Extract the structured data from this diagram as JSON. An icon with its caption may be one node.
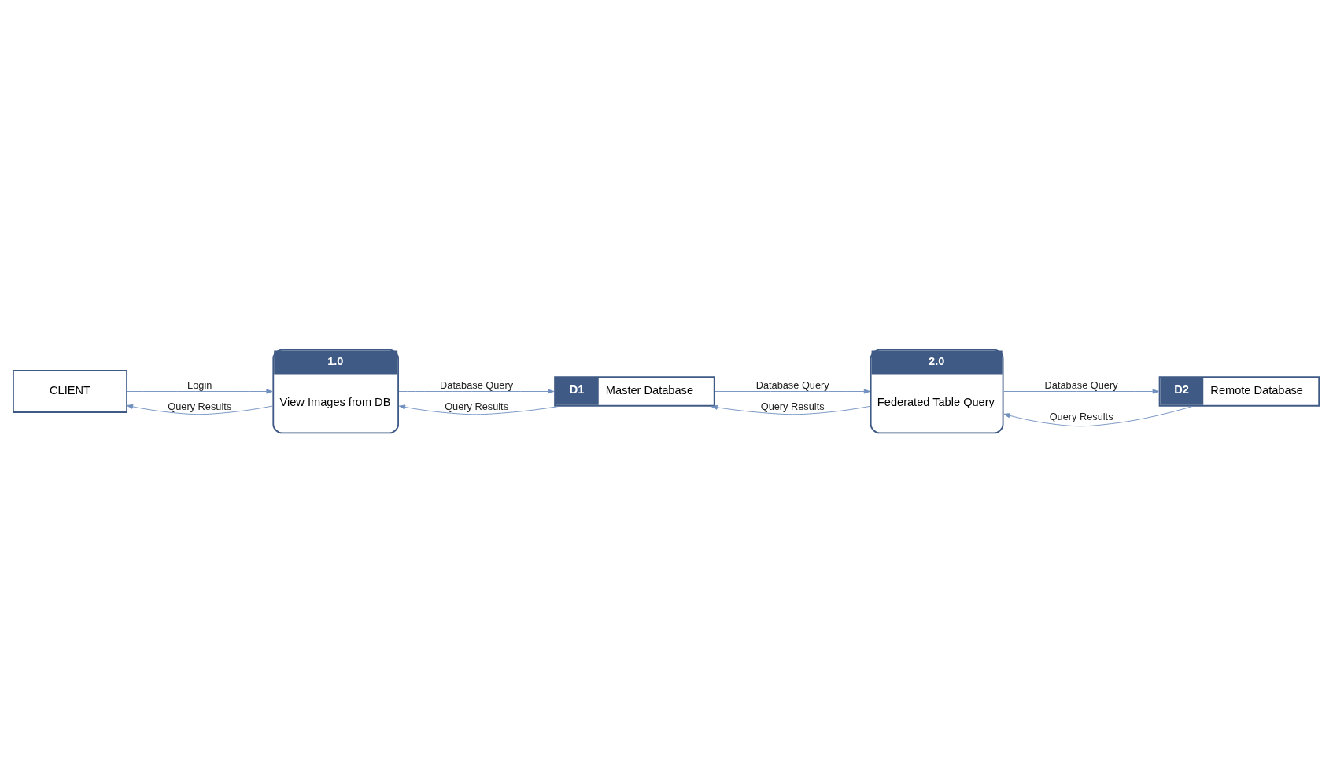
{
  "diagram": {
    "nodes": [
      {
        "text": [
          "CLIENT"
        ]
      },
      {
        "text": [
          "1.0",
          "View Images from DB"
        ]
      },
      {
        "text": [
          "2.0",
          "Federated Table Query"
        ]
      },
      {
        "text": [
          "D1",
          "Master Database"
        ]
      },
      {
        "text": [
          "D2",
          "Remote Database"
        ]
      }
    ],
    "edges": [
      {
        "from": 0,
        "to": 1,
        "arrow": "to",
        "label": "Login"
      },
      {
        "from": 1,
        "to": 0,
        "arrow": "to",
        "label": "Query Results"
      },
      {
        "from": 1,
        "to": 3,
        "arrow": "to",
        "label": "Database Query"
      },
      {
        "from": 3,
        "to": 1,
        "arrow": "to",
        "label": "Query Results"
      },
      {
        "from": 3,
        "to": 2,
        "arrow": "to",
        "label": "Database Query"
      },
      {
        "from": 2,
        "to": 3,
        "arrow": "to",
        "label": "Query Results"
      },
      {
        "from": 4,
        "to": 2,
        "arrow": "to",
        "label": "Query Results"
      },
      {
        "from": 2,
        "to": 4,
        "arrow": "to",
        "label": "Database Query"
      }
    ]
  }
}
